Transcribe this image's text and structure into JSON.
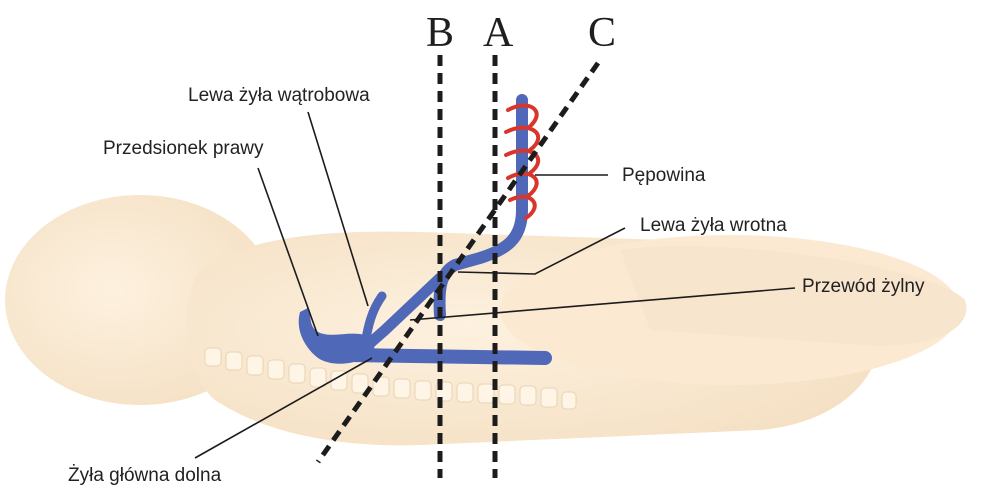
{
  "planes": {
    "b": "B",
    "a": "A",
    "c": "C"
  },
  "labels": {
    "left_hepatic_vein": "Lewa żyła wątrobowa",
    "right_atrium": "Przedsionek prawy",
    "umbilical_cord": "Pępowina",
    "left_portal_vein": "Lewa żyła wrotna",
    "ductus_venosus": "Przewód żylny",
    "inferior_vena_cava": "Żyła główna dolna"
  },
  "colors": {
    "body": "#fbecd6",
    "spine": "#fff6e8",
    "vessel": "#4f68b8",
    "vessel_dark": "#3a4f98",
    "cord_spiral": "#d9362b",
    "plane_lines": "#1c1c1c",
    "leader_lines": "#1c1c1c"
  }
}
